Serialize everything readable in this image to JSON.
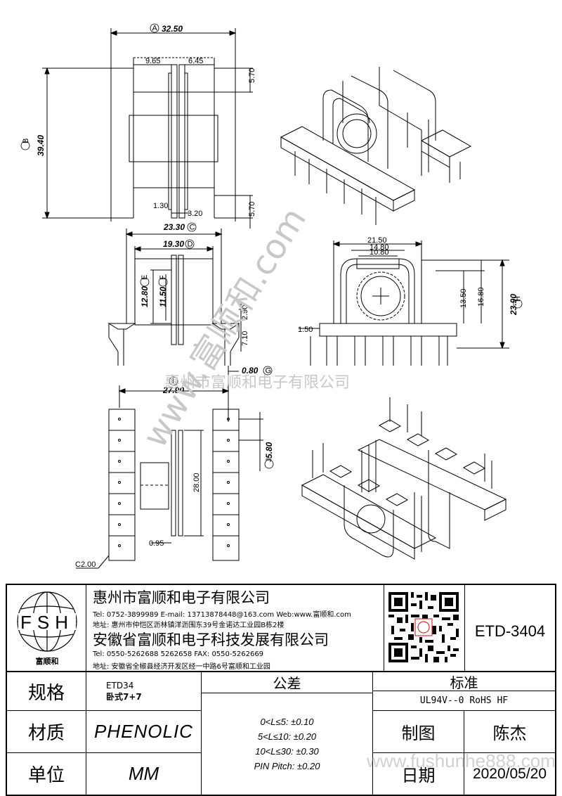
{
  "dims": {
    "a_val": "32.50",
    "a_lbl": "A",
    "d_965": "9.65",
    "d_645": "6.45",
    "d_570a": "5.70",
    "d_570b": "5.70",
    "d_130": "1.30",
    "d_320": "3.20",
    "b_val": "39.40",
    "b_lbl": "B",
    "c_val": "23.30",
    "c_lbl": "C",
    "d_val": "19.30",
    "d_lbl": "D",
    "e_val": "12.80",
    "e_lbl": "E",
    "f_val": "11.50",
    "f_lbl": "F",
    "d_290": "2.90",
    "d_710": "7.10",
    "d_2150": "21.50",
    "d_1480": "14.80",
    "d_1080": "10.80",
    "d_1350": "13.50",
    "d_1680": "16.80",
    "h_val": "23.90",
    "h_lbl": "H",
    "d_150": "1.50",
    "g_val": "0.80",
    "g_lbl": "G",
    "i_val": "27.90",
    "i_lbl": "I",
    "j_val": "5.80",
    "j_lbl": "J",
    "d_2800": "28.00",
    "d_095": "0.95",
    "d_c200": "C2.00"
  },
  "watermark": {
    "diag": "www.富顺和.com",
    "company": "惠州市富顺和电子有限公司",
    "site": "www.fushunhe888.com"
  },
  "logo": {
    "letters": "FSH",
    "caption": "富顺和"
  },
  "company1": {
    "name": "惠州市富顺和电子有限公司",
    "contact": "Tel:  0752-3899989   E-mail: 13713878448@163.com   Web:www.富顺和.com",
    "address": "地址: 惠州市仲恺区沥林镇洋沥围东39号金诺达工业园B栋2楼"
  },
  "company2": {
    "name": "安徽省富顺和电子科技发展有限公司",
    "contact": "Tel:   0550-5262688   5262658      FAX:  0550-5262669",
    "address": "地址: 安徽省全椒县经济开发区经一中路6号富顺和工业园"
  },
  "part_number": "ETD-3404",
  "table": {
    "spec_label": "规格",
    "spec_line1": "ETD34",
    "spec_line2": "卧式7+7",
    "tolerance_label": "公差",
    "tolerances": [
      "0<L≤5: ±0.10",
      "5<L≤10: ±0.20",
      "10<L≤30: ±0.30",
      "PIN Pitch: ±0.20"
    ],
    "standard_label": "标准",
    "standard_value": "UL94V--0  RoHS HF",
    "material_label": "材质",
    "material_value": "PHENOLIC",
    "drawn_label": "制图",
    "drawn_value": "陈杰",
    "unit_label": "单位",
    "unit_value": "MM",
    "date_label": "日期",
    "date_value": "2020/05/20"
  }
}
